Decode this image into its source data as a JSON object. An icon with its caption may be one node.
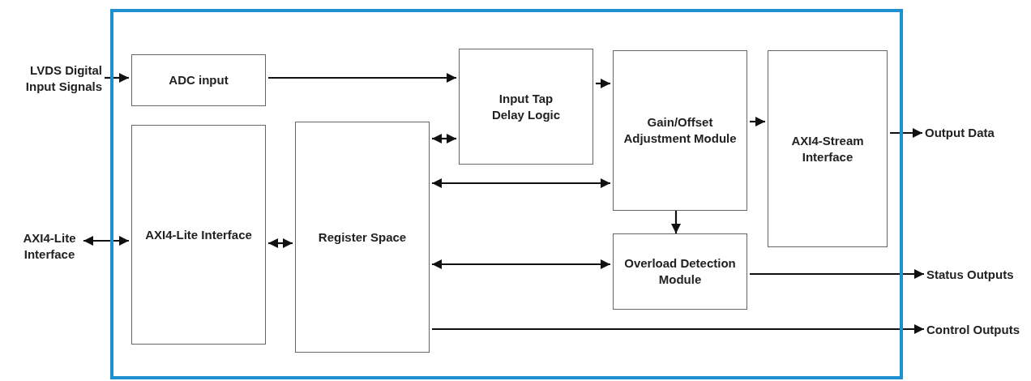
{
  "diagram": {
    "nodes": [
      {
        "text": [],
        "shape": "box"
      },
      {
        "text": [
          "LVDS Digital Input Signals"
        ]
      },
      {
        "text": [
          "ADC input"
        ],
        "in": 0
      },
      {
        "text": [
          "Input Tap Delay Logic"
        ],
        "in": 0
      },
      {
        "text": [
          "Gain/Offset Adjustment Module"
        ],
        "in": 0
      },
      {
        "text": [
          "AXI4-Stream Interface"
        ],
        "in": 0
      },
      {
        "text": [
          "Output Data"
        ]
      },
      {
        "text": [
          "AXI4-Lite Interface"
        ]
      },
      {
        "text": [
          "AXI4-Lite Interface"
        ],
        "in": 0
      },
      {
        "text": [
          "Register Space"
        ],
        "in": 0
      },
      {
        "text": [
          "Overload Detection Module"
        ],
        "in": 0
      },
      {
        "text": [
          "Status Outputs"
        ]
      },
      {
        "text": [
          "Control Outputs"
        ]
      }
    ],
    "edges": [
      {
        "from": 1,
        "to": 2,
        "arrow": "to"
      },
      {
        "from": 2,
        "to": 3,
        "arrow": "to"
      },
      {
        "from": 3,
        "to": 4,
        "arrow": "to"
      },
      {
        "from": 4,
        "to": 5,
        "arrow": "to"
      },
      {
        "from": 5,
        "to": 6,
        "arrow": "to"
      },
      {
        "from": 7,
        "to": 8,
        "arrow": "both"
      },
      {
        "from": 8,
        "to": 9,
        "arrow": "both"
      },
      {
        "from": 9,
        "to": 3,
        "arrow": "both"
      },
      {
        "from": 9,
        "to": 4,
        "arrow": "both"
      },
      {
        "from": 4,
        "to": 10,
        "arrow": "to"
      },
      {
        "from": 9,
        "to": 10,
        "arrow": "both"
      },
      {
        "from": 10,
        "to": 11,
        "arrow": "to"
      },
      {
        "from": 9,
        "to": 12,
        "arrow": "to"
      }
    ]
  }
}
